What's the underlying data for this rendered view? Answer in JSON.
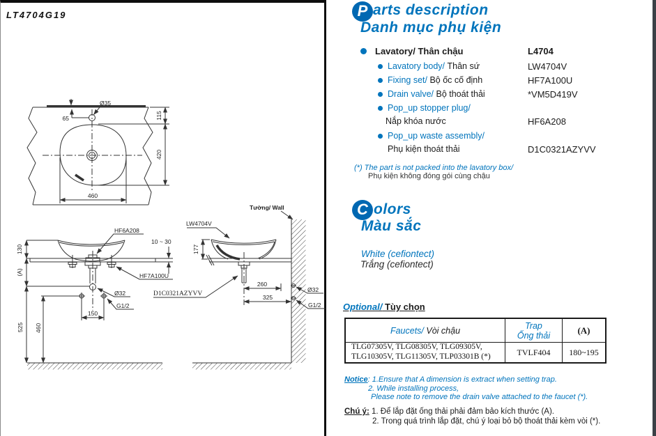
{
  "accent_color": "#0074bc",
  "drawing": {
    "title": "LT4704G19",
    "top_view": {
      "hole_dia": "Ø35",
      "hole_offset": "65",
      "edge_to_basin": "115",
      "basin_depth": "420",
      "basin_width": "460"
    },
    "front_view": {
      "popup_plug": "HF6A208",
      "counter_thickness": "10 ~ 30",
      "fixing_set": "HF7A100U",
      "drain_dia": "Ø32",
      "supply_thread": "G1/2",
      "supply_spacing": "150",
      "rim_above_counter": "130",
      "dim_a": "(A)",
      "drain_height": "525",
      "supply_height": "460"
    },
    "side_view": {
      "body": "LW4704V",
      "wall": "Tường/ Wall",
      "rim_height": "177",
      "waste_assembly": "D1C0321AZYVV",
      "drain_to_supply": "260",
      "drain_to_wall": "325",
      "drain_dia": "Ø32",
      "supply_thread": "G1/2"
    }
  },
  "parts": {
    "heading_initial": "P",
    "heading_en": "arts description",
    "heading_vi": "Danh mục phụ kiện",
    "main_item": {
      "label_en": "Lavatory/",
      "label_vi": "Thân chậu",
      "value": "L4704"
    },
    "items": [
      {
        "label_en": "Lavatory body/",
        "label_vi": "Thân sứ",
        "value": "LW4704V"
      },
      {
        "label_en": "Fixing set/",
        "label_vi": "Bộ ốc cố định",
        "value": "HF7A100U"
      },
      {
        "label_en": "Drain valve/",
        "label_vi": "Bộ thoát thải",
        "value": "*VM5D419V"
      },
      {
        "label_en": "Pop_up stopper plug/",
        "label_vi": "Nắp khóa nước",
        "value": "HF6A208"
      },
      {
        "label_en": "Pop_up waste assembly/",
        "label_vi": "Phụ kiện thoát thải",
        "value": "D1C0321AZYVV"
      }
    ],
    "footnote_en": "(*) The part is not packed into the lavatory box/",
    "footnote_vi": "Phụ kiện không đóng gói cùng chậu"
  },
  "colors_section": {
    "heading_initial": "C",
    "heading_en": "olors",
    "heading_vi": "Màu sắc",
    "color_en": "White (cefiontect)",
    "color_vi": "Trắng (cefiontect)"
  },
  "optional": {
    "heading_en": "Optional/",
    "heading_vi": " Tùy chọn",
    "table": {
      "col1_en": "Faucets/",
      "col1_vi": " Vòi chậu",
      "col2_line1": "Trap",
      "col2_line2": "Ống thải",
      "col3": "(A)",
      "row": {
        "faucets_line1": "TLG07305V,  TLG08305V,  TLG09305V,",
        "faucets_line2": "TLG10305V, TLG11305V, TLP03301B (*)",
        "trap": "TVLF404",
        "a_range": "180~195"
      }
    }
  },
  "notice": {
    "label": "Notice",
    "line1": ": 1.Ensure that A dimension is extract when setting trap.",
    "line2": "2. While installing process,",
    "line3": "Please note to remove the drain valve attached to the faucet  (*)."
  },
  "chu_y": {
    "label": "Chú ý:",
    "line1": " 1. Để lắp đặt ống thải phải đảm bảo kích thước (A).",
    "line2": "2. Trong quá trình lắp đặt, chú ý loại bỏ bộ thoát thải kèm vòi (*)."
  }
}
